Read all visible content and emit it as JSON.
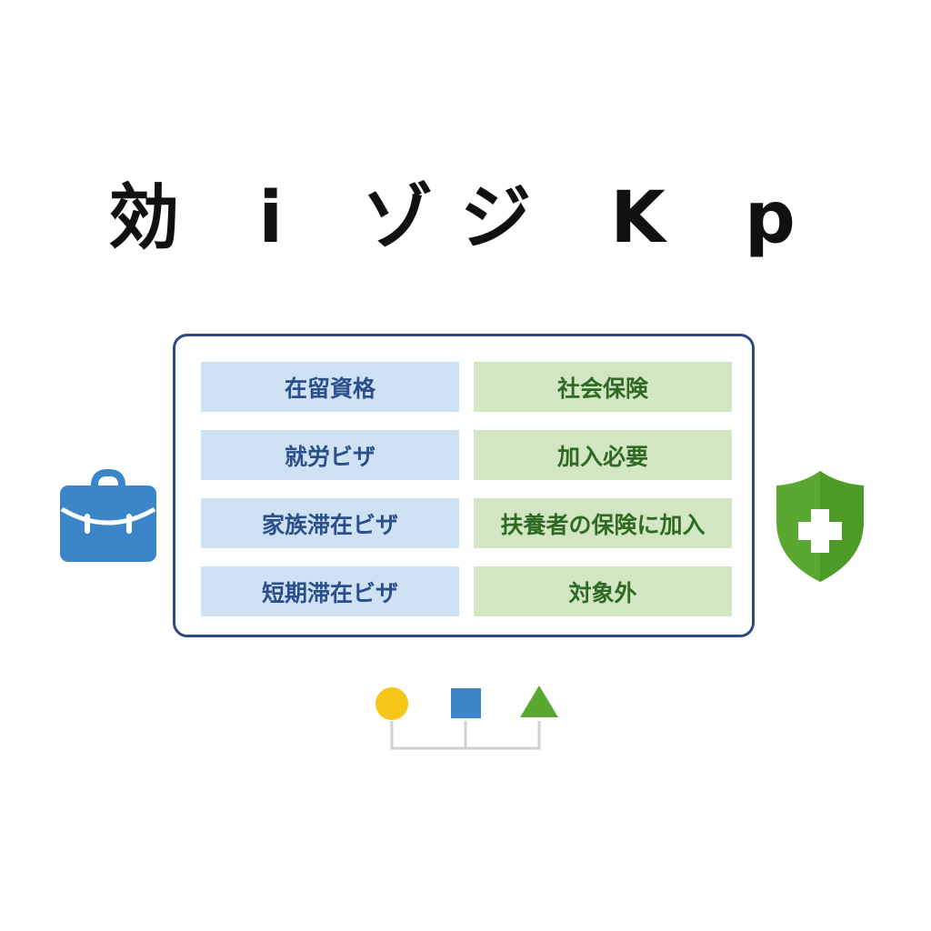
{
  "title": "効 i ゾジ K p",
  "table": {
    "left": [
      "在留資格",
      "就労ビザ",
      "家族滞在ビザ",
      "短期滞在ビザ"
    ],
    "right": [
      "社会保険",
      "加入必要",
      "扶養者の保険に加入",
      "対象外"
    ]
  },
  "icons": {
    "left": "briefcase-icon",
    "right": "shield-plus-icon"
  },
  "legend_shapes": [
    "circle-icon",
    "square-icon",
    "triangle-icon"
  ],
  "colors": {
    "blue_text": "#2a4f8a",
    "blue_cell": "#cfe2f3",
    "green_text": "#2f6a24",
    "green_cell": "#d3e6c4",
    "frame": "#2c4a82",
    "briefcase": "#3a86c8",
    "shield": "#5aa832",
    "circle": "#f5c518",
    "square": "#3a86c8",
    "triangle": "#5aa832"
  }
}
